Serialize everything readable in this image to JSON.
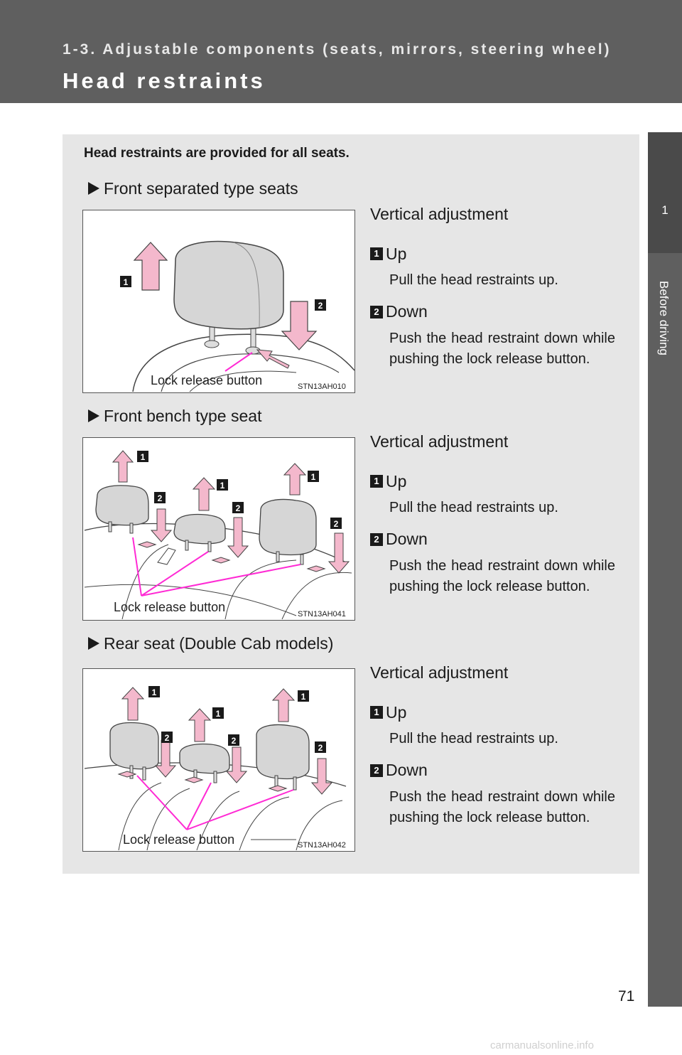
{
  "header": {
    "chapter": "1-3. Adjustable components (seats, mirrors, steering wheel)",
    "title": "Head restraints"
  },
  "side_tab": {
    "number": "1",
    "label": "Before driving"
  },
  "intro": "Head restraints are provided for all seats.",
  "sections": [
    {
      "title": "Front separated type seats",
      "figure_code": "STN13AH010",
      "lock_caption": "Lock release button",
      "heading": "Vertical adjustment",
      "step1_badge": "1",
      "step1_label": "Up",
      "step1_desc": "Pull the head restraints up.",
      "step2_badge": "2",
      "step2_label": "Down",
      "step2_desc": "Push the head restraint down while pushing the lock release button."
    },
    {
      "title": "Front bench type seat",
      "figure_code": "STN13AH041",
      "lock_caption": "Lock release button",
      "heading": "Vertical adjustment",
      "step1_badge": "1",
      "step1_label": "Up",
      "step1_desc": "Pull the head restraints up.",
      "step2_badge": "2",
      "step2_label": "Down",
      "step2_desc": "Push the head restraint down while pushing the lock release button."
    },
    {
      "title": "Rear seat (Double Cab models)",
      "figure_code": "STN13AH042",
      "lock_caption": "Lock release button",
      "heading": "Vertical adjustment",
      "step1_badge": "1",
      "step1_label": "Up",
      "step1_desc": "Pull the head restraints up.",
      "step2_badge": "2",
      "step2_label": "Down",
      "step2_desc": "Push the head restraint down while pushing the lock release button."
    }
  ],
  "page_number": "71",
  "watermark": "carmanualsonline.info",
  "colors": {
    "header_bg": "#5f5f5f",
    "panel_bg": "#e6e6e6",
    "arrow_pink": "#f4b8cc",
    "callout_magenta": "#ff2ad4"
  }
}
